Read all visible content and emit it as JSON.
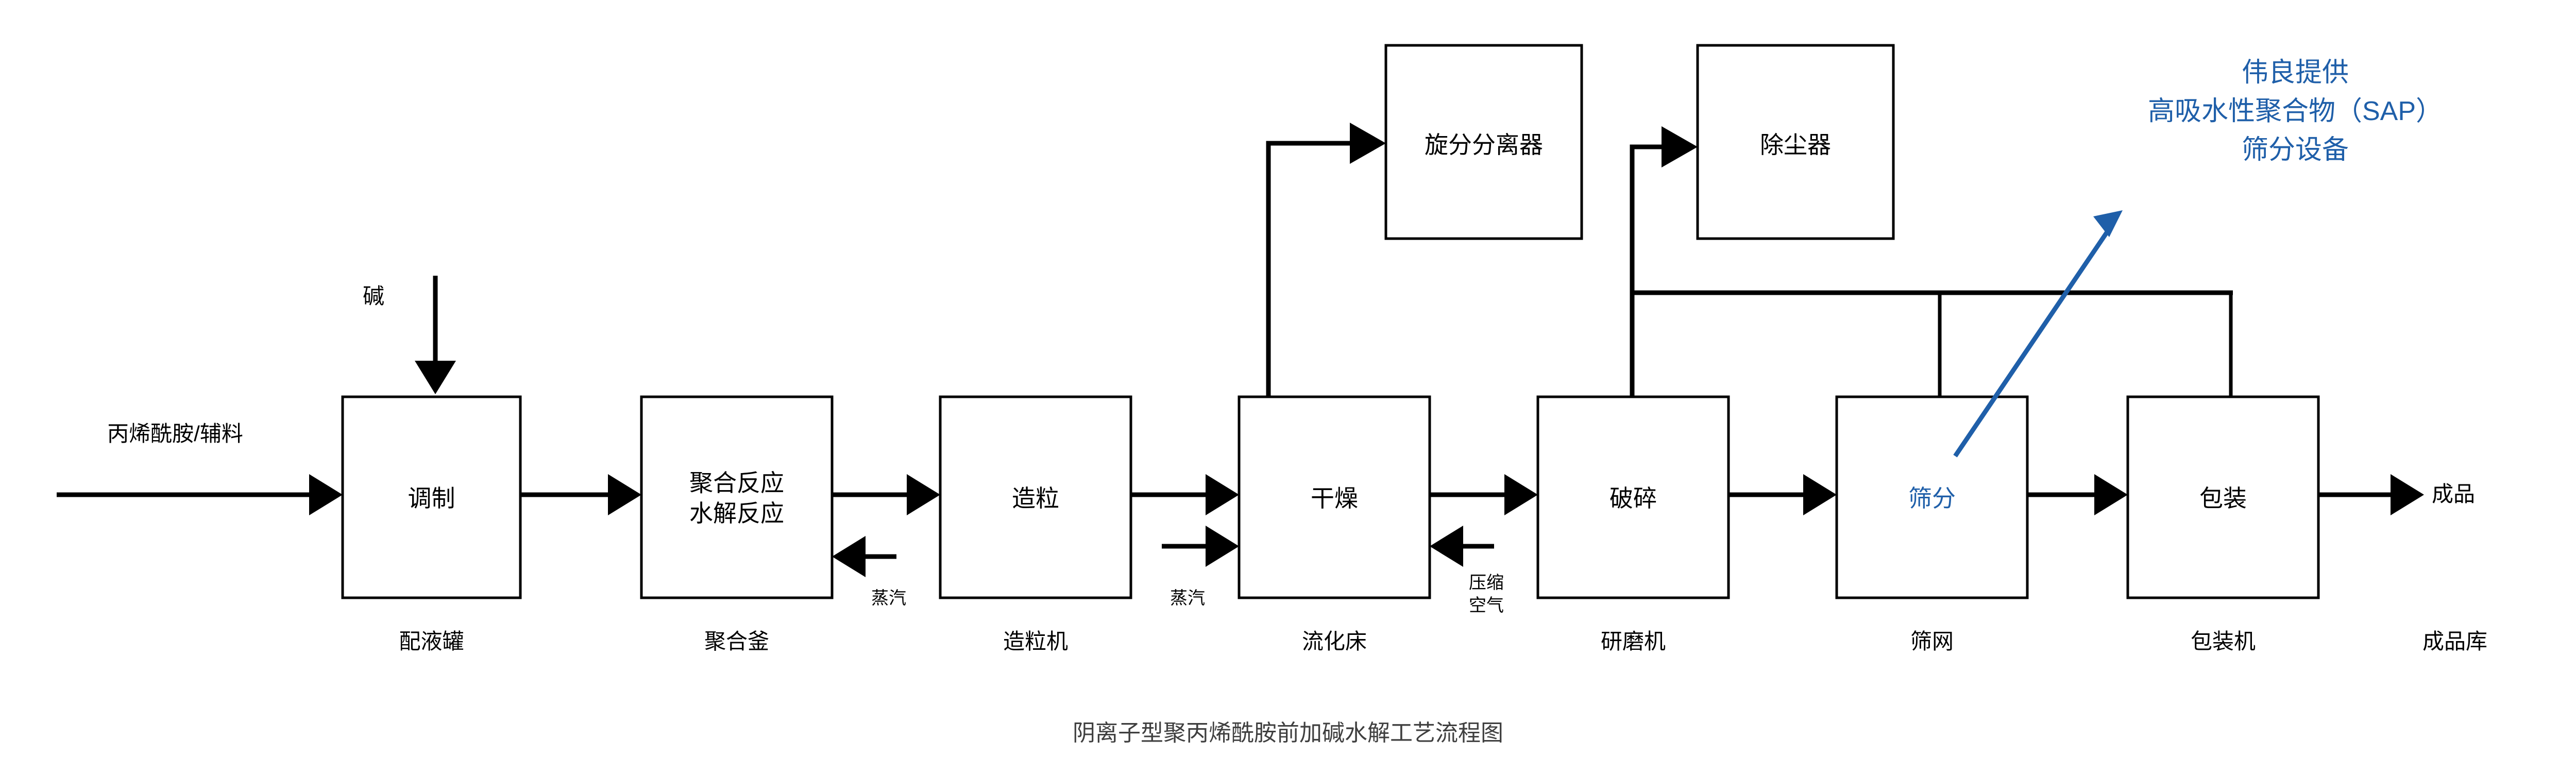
{
  "diagram": {
    "title": "阴离子型聚丙烯酰胺前加碱水解工艺流程图",
    "accent_color": "#1F5FA9",
    "line_color": "#000000",
    "title_color": "#3F3F3F",
    "background_color": "#FFFFFF"
  },
  "process_units": [
    {
      "id": "tiaozhi",
      "label": "调制",
      "under": "配液罐",
      "accent": false
    },
    {
      "id": "juhe",
      "label": "聚合反应\n水解反应",
      "under": "聚合釜",
      "accent": false
    },
    {
      "id": "zaoli",
      "label": "造粒",
      "under": "造粒机",
      "accent": false
    },
    {
      "id": "ganzao",
      "label": "干燥",
      "under": "流化床",
      "accent": false
    },
    {
      "id": "posui",
      "label": "破碎",
      "under": "研磨机",
      "accent": false
    },
    {
      "id": "shaifen",
      "label": "筛分",
      "under": "筛网",
      "accent": true
    },
    {
      "id": "baozhuang",
      "label": "包装",
      "under": "包装机",
      "accent": false
    }
  ],
  "auxiliary_units": [
    {
      "id": "cyclone",
      "label": "旋分分离器"
    },
    {
      "id": "dust_collector",
      "label": "除尘器"
    }
  ],
  "stream_labels": {
    "feed": "丙烯酰胺/辅料",
    "alkali": "碱",
    "steam_polymerizer": "蒸汽",
    "steam_dryer": "蒸汽",
    "compressed_air": "压缩\n空气",
    "product": "成品",
    "product_warehouse": "成品库"
  },
  "callout": {
    "line1": "伟良提供",
    "line2": "高吸水性聚合物（SAP）",
    "line3": "筛分设备"
  }
}
